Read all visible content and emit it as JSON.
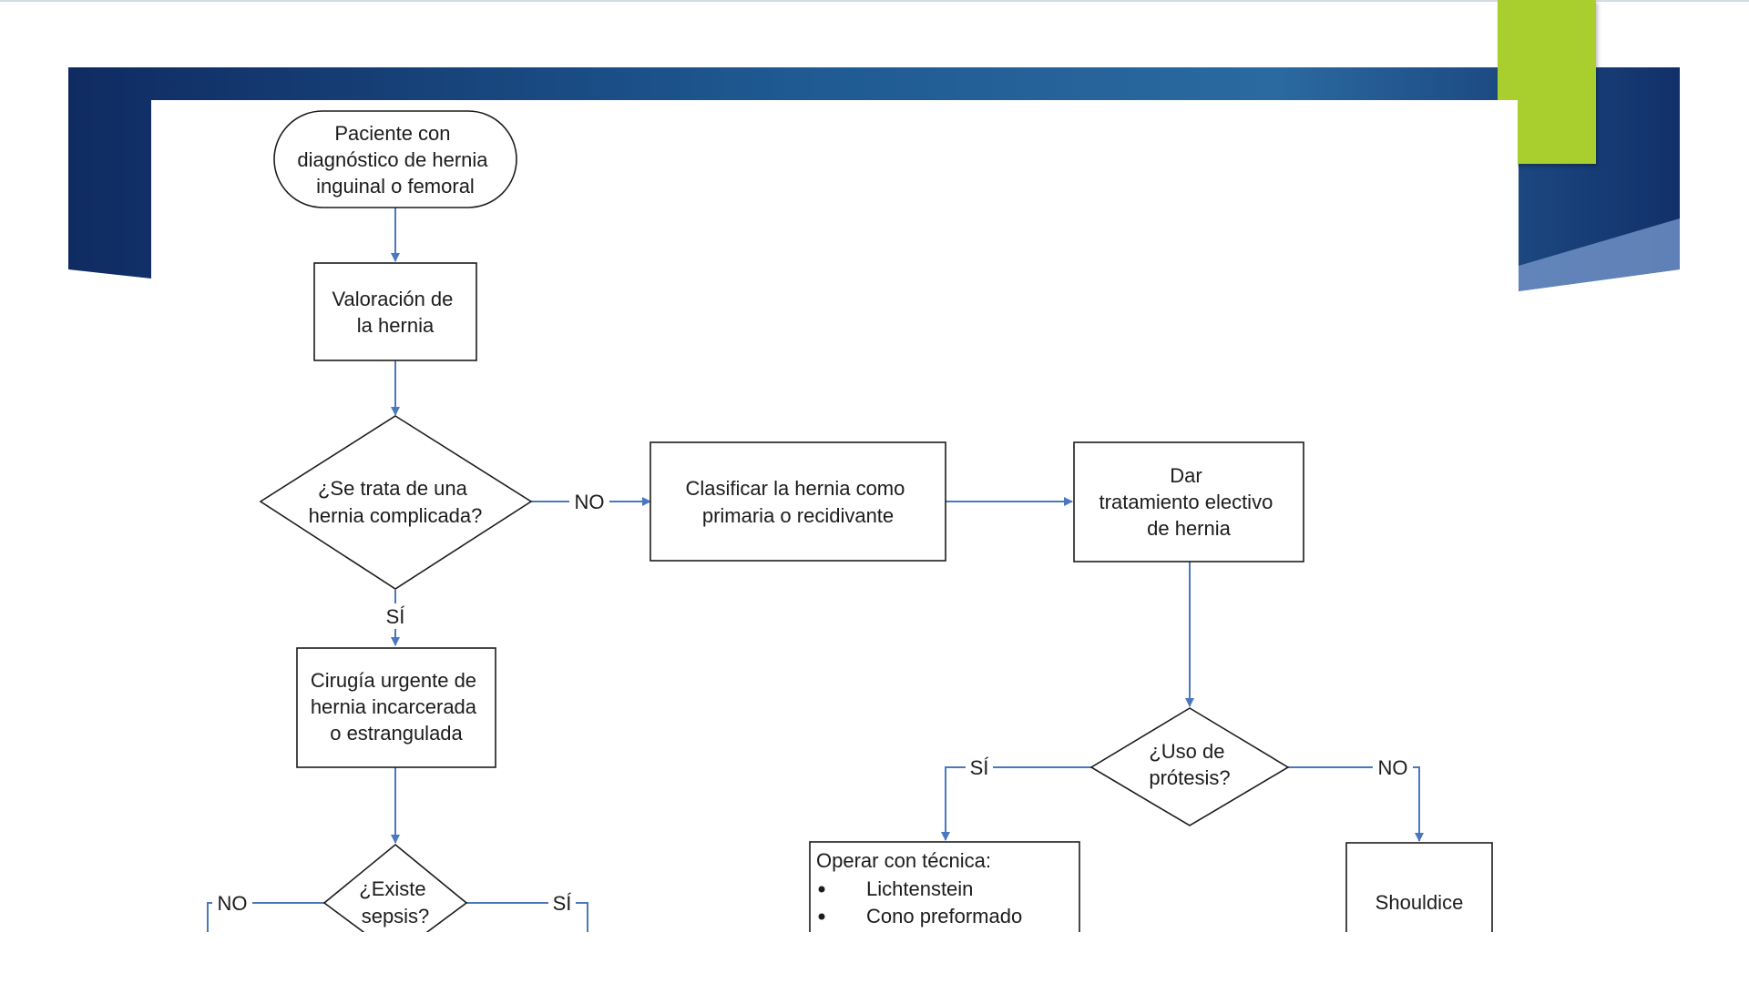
{
  "colors": {
    "banner_dark": "#0f2b62",
    "banner_mid": "#2a6aa0",
    "accent": "#a8cf2e",
    "connector": "#4a78c0",
    "node_border": "#1c1c1c"
  },
  "nodes": {
    "start": {
      "lines": [
        "Paciente con",
        "diagnóstico de hernia",
        "inguinal o femoral"
      ]
    },
    "valoracion": {
      "lines": [
        "Valoración de",
        "la hernia"
      ]
    },
    "complicada": {
      "lines": [
        "¿Se trata de una",
        "hernia complicada?"
      ]
    },
    "clasificar": {
      "lines": [
        "Clasificar la hernia como",
        "primaria o recidivante"
      ]
    },
    "tratamiento": {
      "lines": [
        "Dar",
        "tratamiento electivo",
        "de hernia"
      ]
    },
    "cirugia": {
      "lines": [
        "Cirugía urgente de",
        "hernia incarcerada",
        "o estrangulada"
      ]
    },
    "protesis": {
      "lines": [
        "¿Uso de",
        "prótesis?"
      ]
    },
    "sepsis": {
      "lines": [
        "¿Existe",
        "sepsis?"
      ]
    },
    "operar": {
      "title": "Operar con técnica:",
      "items": [
        "Lichtenstein",
        "Cono preformado"
      ]
    },
    "shouldice": {
      "lines": [
        "Shouldice"
      ]
    }
  },
  "edge_labels": {
    "complicada_no": "NO",
    "complicada_si": "SÍ",
    "protesis_si": "SÍ",
    "protesis_no": "NO",
    "sepsis_no": "NO",
    "sepsis_si": "SÍ"
  }
}
